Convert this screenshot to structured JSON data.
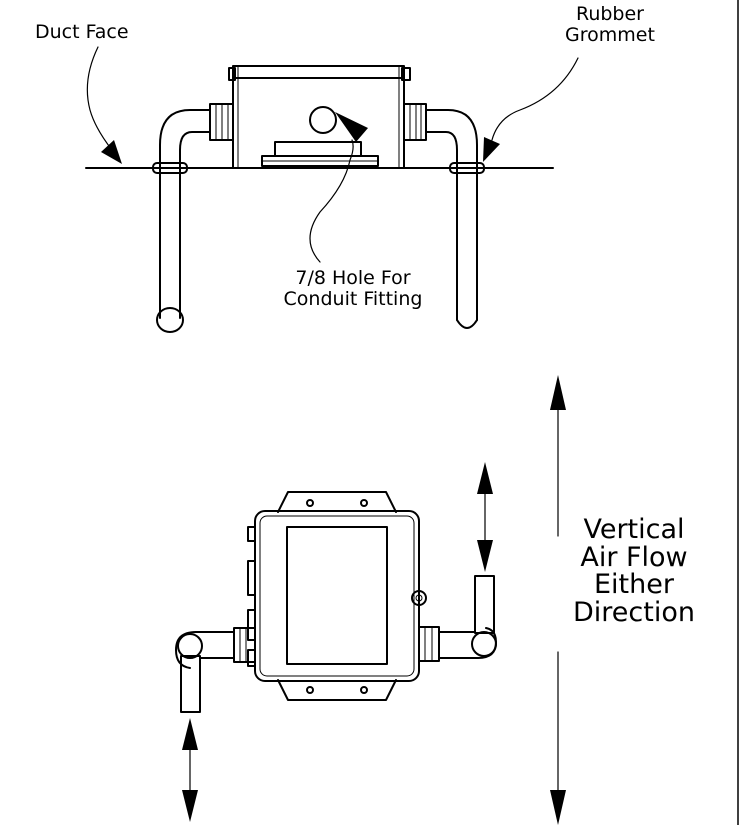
{
  "labels": {
    "duct_face": "Duct Face",
    "rubber": "Rubber",
    "grommet": "Grommet",
    "hole_line1": "7/8 Hole For",
    "hole_line2": "Conduit Fitting",
    "flow_line1": "Vertical",
    "flow_line2": "Air Flow",
    "flow_line3": "Either",
    "flow_line4": "Direction"
  }
}
